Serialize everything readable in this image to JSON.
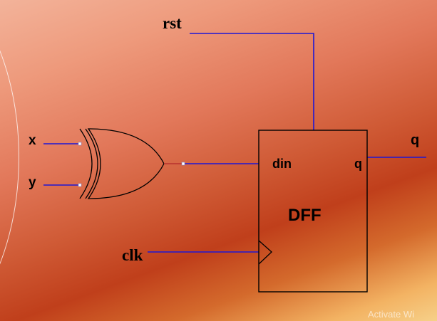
{
  "colors": {
    "wire": "#1d16d6",
    "outline": "#000000",
    "text": "#000000",
    "xor_output_wire": "#b8322e",
    "terminal": "#ffffff"
  },
  "signals": {
    "rst": "rst",
    "x": "x",
    "y": "y",
    "clk": "clk",
    "q_out": "q"
  },
  "dff": {
    "title": "DFF",
    "din_port": "din",
    "q_port": "q"
  },
  "gates": [
    {
      "type": "XOR",
      "icon": "xor-gate-icon"
    }
  ],
  "watermark": "Activate Wi"
}
